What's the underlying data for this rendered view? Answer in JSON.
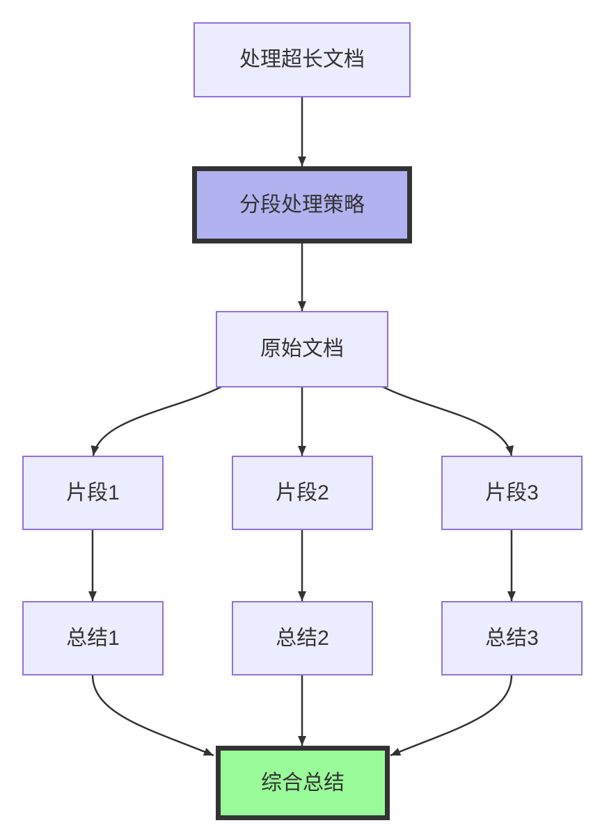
{
  "diagram": {
    "type": "flowchart",
    "direction": "top-down",
    "background_color": "#ffffff",
    "colors": {
      "node_fill_default": "#ECECFF",
      "node_border_default": "#9370DB",
      "node_fill_emphasis_purple": "#B2B2F0",
      "node_fill_emphasis_green": "#99FA99",
      "node_border_emphasis": "#333333",
      "edge_color": "#333333",
      "text_color": "#333333"
    },
    "nodes": [
      {
        "id": "A",
        "label": "处理超长文档",
        "style": "default"
      },
      {
        "id": "B",
        "label": "分段处理策略",
        "style": "emphasis-purple"
      },
      {
        "id": "C",
        "label": "原始文档",
        "style": "default"
      },
      {
        "id": "D1",
        "label": "片段1",
        "style": "default"
      },
      {
        "id": "D2",
        "label": "片段2",
        "style": "default"
      },
      {
        "id": "D3",
        "label": "片段3",
        "style": "default"
      },
      {
        "id": "E1",
        "label": "总结1",
        "style": "default"
      },
      {
        "id": "E2",
        "label": "总结2",
        "style": "default"
      },
      {
        "id": "E3",
        "label": "总结3",
        "style": "default"
      },
      {
        "id": "F",
        "label": "综合总结",
        "style": "emphasis-green"
      }
    ],
    "edges": [
      {
        "from": "A",
        "to": "B"
      },
      {
        "from": "B",
        "to": "C"
      },
      {
        "from": "C",
        "to": "D1"
      },
      {
        "from": "C",
        "to": "D2"
      },
      {
        "from": "C",
        "to": "D3"
      },
      {
        "from": "D1",
        "to": "E1"
      },
      {
        "from": "D2",
        "to": "E2"
      },
      {
        "from": "D3",
        "to": "E3"
      },
      {
        "from": "E1",
        "to": "F"
      },
      {
        "from": "E2",
        "to": "F"
      },
      {
        "from": "E3",
        "to": "F"
      }
    ]
  }
}
